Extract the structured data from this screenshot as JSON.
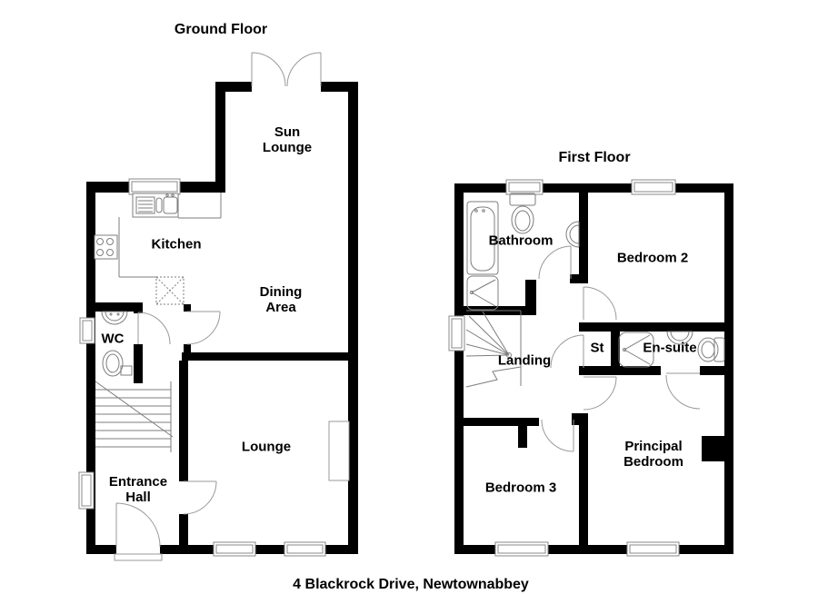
{
  "caption": "4 Blackrock Drive, Newtownabbey",
  "colors": {
    "background": "#ffffff",
    "wall": "#000000",
    "text": "#000000",
    "fixture_line": "#7d7d7d",
    "door_arc": "#9a9a9a",
    "window_line": "#8a8a8a"
  },
  "floors": [
    {
      "id": "ground",
      "title": "Ground Floor",
      "rooms": [
        {
          "id": "sun-lounge",
          "label": "Sun\nLounge"
        },
        {
          "id": "kitchen",
          "label": "Kitchen"
        },
        {
          "id": "dining-area",
          "label": "Dining\nArea"
        },
        {
          "id": "wc",
          "label": "WC"
        },
        {
          "id": "lounge",
          "label": "Lounge"
        },
        {
          "id": "entrance-hall",
          "label": "Entrance\nHall"
        }
      ],
      "fixtures": [
        "french-doors",
        "kitchen-sink",
        "hob",
        "worktop",
        "appliance-space",
        "wc-basin",
        "wc-toilet",
        "staircase",
        "fireplace",
        "front-door-step"
      ]
    },
    {
      "id": "first",
      "title": "First Floor",
      "rooms": [
        {
          "id": "bathroom",
          "label": "Bathroom"
        },
        {
          "id": "bedroom-2",
          "label": "Bedroom 2"
        },
        {
          "id": "storage",
          "label": "St"
        },
        {
          "id": "en-suite",
          "label": "En-suite"
        },
        {
          "id": "landing",
          "label": "Landing"
        },
        {
          "id": "bedroom-3",
          "label": "Bedroom 3"
        },
        {
          "id": "principal-bedroom",
          "label": "Principal\nBedroom"
        }
      ],
      "fixtures": [
        "bathtub",
        "toilet",
        "wash-basin",
        "shower",
        "winder-staircase",
        "en-suite-shower",
        "en-suite-basin",
        "en-suite-toilet",
        "chimney-breast"
      ]
    }
  ]
}
